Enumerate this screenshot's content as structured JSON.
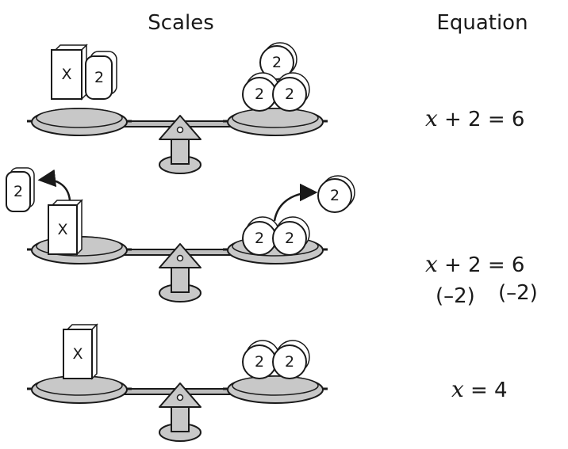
{
  "headers": {
    "scales": "Scales",
    "equation": "Equation"
  },
  "labels": {
    "variable": "X",
    "two": "2"
  },
  "equations": {
    "row1": {
      "var": "x",
      "rest": "+ 2 = 6"
    },
    "row2": {
      "var": "x",
      "rest": "+ 2 = 6",
      "sub_left": "(–2)",
      "sub_right": "(–2)"
    },
    "row3": {
      "var": "x",
      "rest": "= 4"
    }
  },
  "colors": {
    "pan": "#c8c8c8",
    "stroke": "#1a1a1a",
    "paper": "#ffffff"
  }
}
